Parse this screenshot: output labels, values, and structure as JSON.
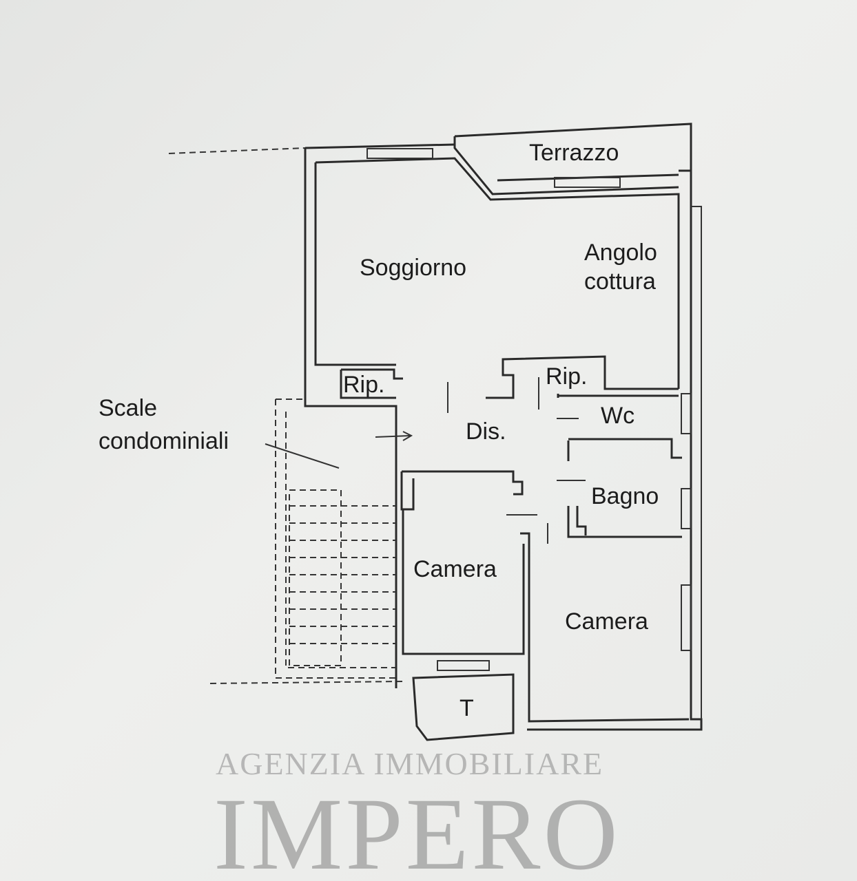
{
  "plan": {
    "rooms": {
      "terrazzo": "Terrazzo",
      "soggiorno": "Soggiorno",
      "angolo_1": "Angolo",
      "angolo_2": "cottura",
      "rip_left": "Rip.",
      "rip_right": "Rip.",
      "dis": "Dis.",
      "wc": "Wc",
      "bagno": "Bagno",
      "camera_left": "Camera",
      "camera_right": "Camera",
      "t": "T",
      "scale_1": "Scale",
      "scale_2": "condominiali"
    }
  },
  "watermark": {
    "line1": "AGENZIA IMMOBILIARE",
    "line2": "IMPERO"
  }
}
